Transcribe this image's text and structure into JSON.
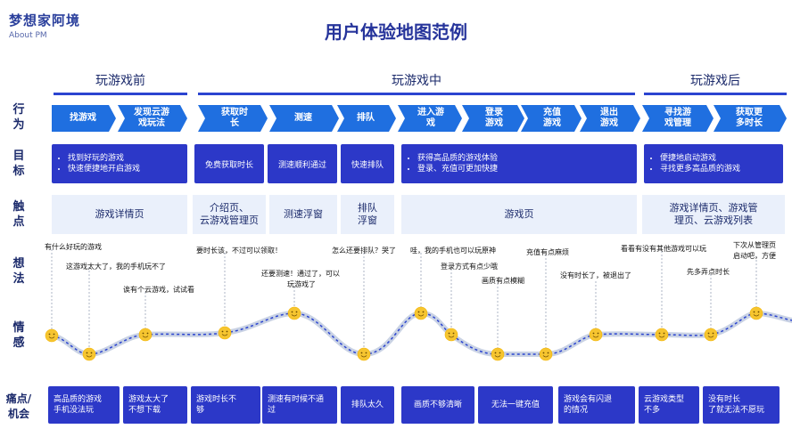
{
  "logo": {
    "cn": "梦想家阿境",
    "en": "About PM"
  },
  "title": "用户体验地图范例",
  "phases": [
    "玩游戏前",
    "玩游戏中",
    "玩游戏后"
  ],
  "row_labels": {
    "behavior": [
      "行",
      "为"
    ],
    "goal": [
      "目",
      "标"
    ],
    "touchpoint": [
      "触",
      "点"
    ],
    "thought": [
      "想",
      "法"
    ],
    "emotion": [
      "情",
      "感"
    ],
    "pain": [
      "痛点/",
      "机会"
    ]
  },
  "steps": [
    "找游戏",
    "发现云游\n戏玩法",
    "获取时\n长",
    "测速",
    "排队",
    "进入游\n戏",
    "登录\n游戏",
    "充值\n游戏",
    "退出\n游戏",
    "寻找游\n戏管理",
    "获取更\n多时长"
  ],
  "goals": {
    "g1": [
      "找到好玩的游戏",
      "快速便捷地开启游戏"
    ],
    "g2": "免费获取时长",
    "g3": "测速顺利通过",
    "g4": "快速排队",
    "g5": [
      "获得高品质的游戏体验",
      "登录、充值可更加快捷"
    ],
    "g6": [
      "便捷地启动游戏",
      "寻找更多高品质的游戏"
    ]
  },
  "touchpoints": [
    "游戏详情页",
    "介绍页、\n云游戏管理页",
    "测速浮窗",
    "排队\n浮窗",
    "游戏页",
    "游戏详情页、游戏管\n理页、云游戏列表"
  ],
  "thoughts": [
    "有什么好玩的游戏",
    "这游戏太大了，我的手机玩不了",
    "诶有个云游戏，试试看",
    "要时长该，不过可以领取！",
    "还要测速！通过了，可以",
    "玩游戏了",
    "怎么还要排队？哭了",
    "哇，我的手机也可以玩原神",
    "登录方式有点少哦",
    "画质有点模糊",
    "充值有点麻烦",
    "没有时长了，被退出了",
    "看看有没有其他游戏可以玩",
    "先多弄点时长",
    "下次从管理页",
    "启动吧，方便"
  ],
  "pains": [
    "高品质的游戏\n手机没法玩",
    "游戏太大了\n不想下载",
    "游戏时长不\n够",
    "测速有时候不通\n过",
    "排队太久",
    "画质不够清晰",
    "无法一键充值",
    "游戏会有闪退\n的情况",
    "云游戏类型\n不多",
    "没有时长\n了就无法不愿玩"
  ],
  "colors": {
    "primary": "#2c38c8",
    "chevron": "#1f6fe0",
    "touch_bg": "#eaf0fb",
    "smiley": "#f6c530"
  }
}
